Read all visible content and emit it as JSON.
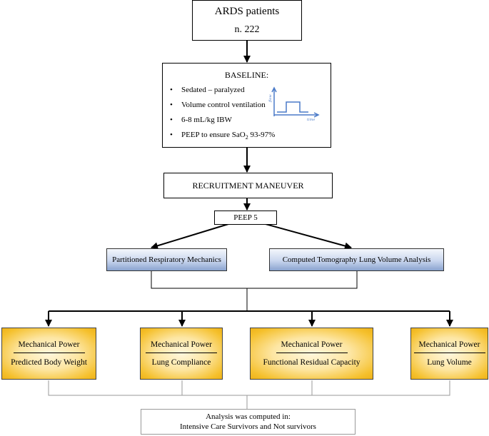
{
  "start": {
    "title": "ARDS patients",
    "count": "n. 222"
  },
  "baseline": {
    "title": "BASELINE:",
    "items": [
      "Sedated – paralyzed",
      "Volume control ventilation",
      "6-8 mL/kg IBW"
    ],
    "peep_prefix": "PEEP to ensure SaO",
    "peep_sub": "2",
    "peep_suffix": " 93-97%",
    "graph": {
      "y_label": "flow",
      "x_label": "time"
    }
  },
  "recruitment": "RECRUITMENT MANEUVER",
  "peep5": "PEEP 5",
  "branches": {
    "left": "Partitioned Respiratory Mechanics",
    "right": "Computed Tomography Lung Volume Analysis"
  },
  "outcomes": [
    {
      "title": "Mechanical Power",
      "denominator": "Predicted Body Weight"
    },
    {
      "title": "Mechanical Power",
      "denominator": "Lung Compliance"
    },
    {
      "title": "Mechanical Power",
      "denominator": "Functional Residual Capacity"
    },
    {
      "title": "Mechanical Power",
      "denominator": "Lung Volume"
    }
  ],
  "analysis": {
    "line1": "Analysis was computed in:",
    "line2": "Intensive Care Survivors and Not survivors"
  },
  "colors": {
    "blue_box": "#a9bde0",
    "gold_box": "#f5c02c",
    "line": "#000000",
    "gray_line": "#9a9a9a"
  }
}
